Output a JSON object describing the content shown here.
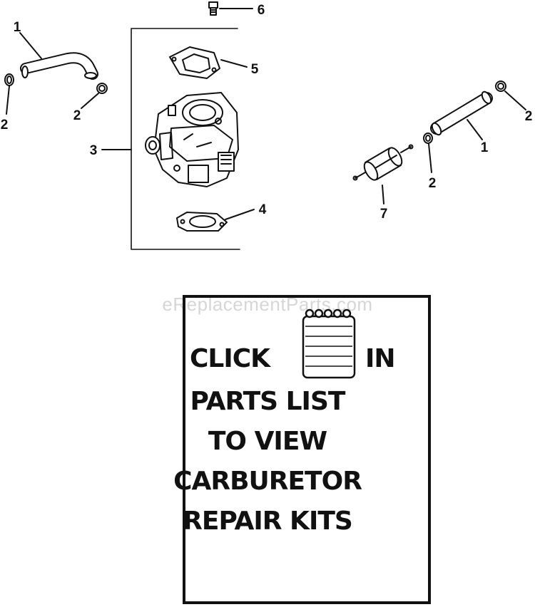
{
  "watermark": "eReplacementParts.com",
  "callouts": {
    "c1_left": "1",
    "c2_a": "2",
    "c2_b": "2",
    "c3": "3",
    "c4": "4",
    "c5": "5",
    "c6": "6",
    "c2_c": "2",
    "c2_d": "2",
    "c1_right": "1",
    "c7": "7"
  },
  "kit_note": {
    "click": "CLICK",
    "in": "IN",
    "line2": "PARTS LIST",
    "line3": "TO VIEW",
    "line4": "CARBURETOR",
    "line5": "REPAIR KITS"
  },
  "icons": {
    "notepad": "notepad-icon"
  }
}
